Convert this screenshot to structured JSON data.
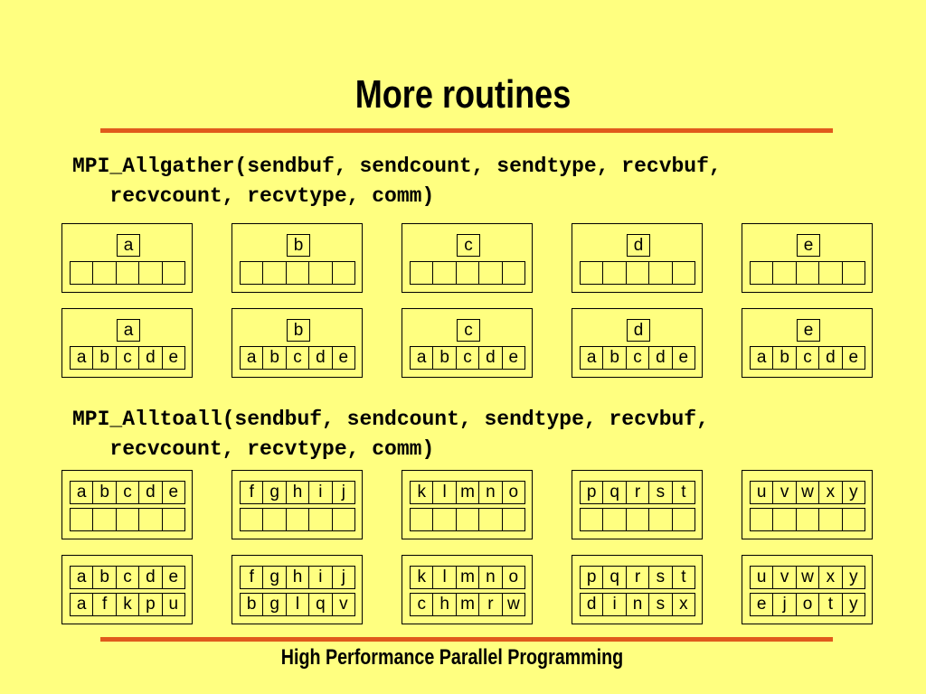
{
  "title": "More routines",
  "footer": "High Performance Parallel Programming",
  "colors": {
    "background": "#ffff80",
    "rule": "#e05a1c"
  },
  "allgather": {
    "signature_line1": "MPI_Allgather(sendbuf, sendcount, sendtype, recvbuf,",
    "signature_line2": "   recvcount, recvtype, comm)",
    "before": [
      {
        "send": "a",
        "recv": [
          "",
          "",
          "",
          "",
          ""
        ]
      },
      {
        "send": "b",
        "recv": [
          "",
          "",
          "",
          "",
          ""
        ]
      },
      {
        "send": "c",
        "recv": [
          "",
          "",
          "",
          "",
          ""
        ]
      },
      {
        "send": "d",
        "recv": [
          "",
          "",
          "",
          "",
          ""
        ]
      },
      {
        "send": "e",
        "recv": [
          "",
          "",
          "",
          "",
          ""
        ]
      }
    ],
    "after": [
      {
        "send": "a",
        "recv": [
          "a",
          "b",
          "c",
          "d",
          "e"
        ]
      },
      {
        "send": "b",
        "recv": [
          "a",
          "b",
          "c",
          "d",
          "e"
        ]
      },
      {
        "send": "c",
        "recv": [
          "a",
          "b",
          "c",
          "d",
          "e"
        ]
      },
      {
        "send": "d",
        "recv": [
          "a",
          "b",
          "c",
          "d",
          "e"
        ]
      },
      {
        "send": "e",
        "recv": [
          "a",
          "b",
          "c",
          "d",
          "e"
        ]
      }
    ]
  },
  "alltoall": {
    "signature_line1": "MPI_Alltoall(sendbuf, sendcount, sendtype, recvbuf,",
    "signature_line2": "   recvcount, recvtype, comm)",
    "before": [
      {
        "send": [
          "a",
          "b",
          "c",
          "d",
          "e"
        ],
        "recv": [
          "",
          "",
          "",
          "",
          ""
        ]
      },
      {
        "send": [
          "f",
          "g",
          "h",
          "i",
          "j"
        ],
        "recv": [
          "",
          "",
          "",
          "",
          ""
        ]
      },
      {
        "send": [
          "k",
          "l",
          "m",
          "n",
          "o"
        ],
        "recv": [
          "",
          "",
          "",
          "",
          ""
        ]
      },
      {
        "send": [
          "p",
          "q",
          "r",
          "s",
          "t"
        ],
        "recv": [
          "",
          "",
          "",
          "",
          ""
        ]
      },
      {
        "send": [
          "u",
          "v",
          "w",
          "x",
          "y"
        ],
        "recv": [
          "",
          "",
          "",
          "",
          ""
        ]
      }
    ],
    "after": [
      {
        "send": [
          "a",
          "b",
          "c",
          "d",
          "e"
        ],
        "recv": [
          "a",
          "f",
          "k",
          "p",
          "u"
        ]
      },
      {
        "send": [
          "f",
          "g",
          "h",
          "i",
          "j"
        ],
        "recv": [
          "b",
          "g",
          "l",
          "q",
          "v"
        ]
      },
      {
        "send": [
          "k",
          "l",
          "m",
          "n",
          "o"
        ],
        "recv": [
          "c",
          "h",
          "m",
          "r",
          "w"
        ]
      },
      {
        "send": [
          "p",
          "q",
          "r",
          "s",
          "t"
        ],
        "recv": [
          "d",
          "i",
          "n",
          "s",
          "x"
        ]
      },
      {
        "send": [
          "u",
          "v",
          "w",
          "x",
          "y"
        ],
        "recv": [
          "e",
          "j",
          "o",
          "t",
          "y"
        ]
      }
    ]
  }
}
